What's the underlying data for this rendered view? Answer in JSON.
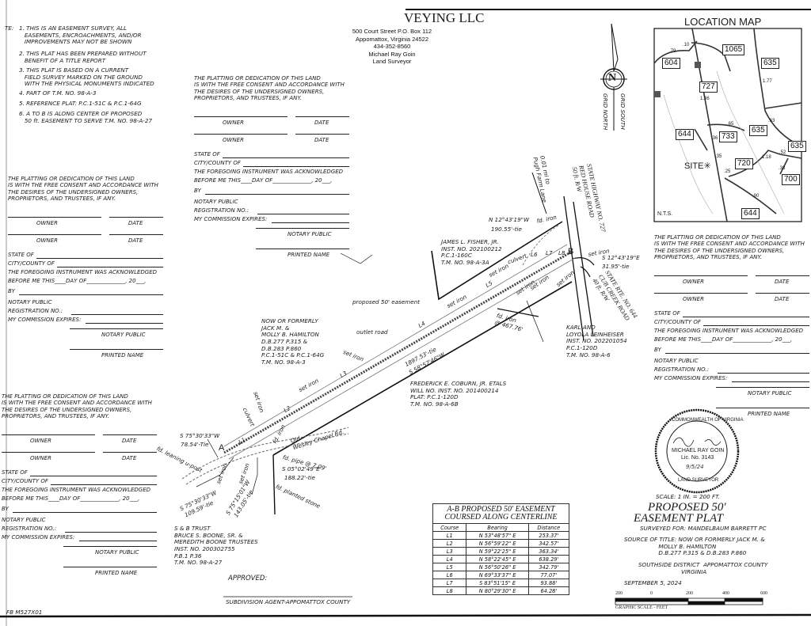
{
  "header": {
    "company_fragment": "VEYING LLC",
    "address_lines": [
      "500 Court Street P.O. Box 112",
      "Appomattox, Virginia 24522",
      "434-352-8560",
      "Michael Ray Goin",
      "Land Surveyor"
    ]
  },
  "notes": {
    "prefix": "TE:",
    "items": [
      "1. THIS IS AN EASEMENT SURVEY, ALL\n   EASEMENTS, ENCROACHMENTS, AND/OR\n   IMPROVEMENTS MAY NOT BE SHOWN",
      "2. THIS PLAT HAS BEEN PREPARED WITHOUT\n   BENEFIT OF A TITLE REPORT",
      "3. THIS PLAT IS BASED ON A CURRENT\n   FIELD SURVEY MARKED ON THE GROUND\n   WITH THE PHYSICAL MONUMENTS INDICATED",
      "4. PART OF T.M. NO. 98-A-3",
      "5. REFERENCE PLAT: P.C.1-51C & P.C.1-64G",
      "6. A TO B IS ALONG CENTER OF PROPOSED\n   50 ft. EASEMENT TO SERVE T.M. NO. 98-A-27"
    ]
  },
  "certificate": {
    "paragraph": "THE PLATTING OR DEDICATION OF THIS LAND\nIS WITH THE FREE CONSENT AND ACCORDANCE WITH\nTHE DESIRES OF THE UNDERSIGNED OWNERS,\nPROPRIETORS, AND TRUSTEES, IF ANY.",
    "owner": "OWNER",
    "date": "DATE",
    "state": "STATE OF",
    "city": "CITY/COUNTY OF",
    "ack": "THE FOREGOING INSTRUMENT WAS ACKNOWLEDGED",
    "before": "BEFORE ME THIS____DAY OF______________, 20___,",
    "by": "BY",
    "notary": "NOTARY PUBLIC",
    "registration": "REGISTRATION NO.:",
    "commission": "MY COMMISSION EXPIRES:",
    "notary_sig": "NOTARY PUBLIC",
    "printed_name": "PRINTED NAME"
  },
  "north_arrow": {
    "letter": "N",
    "grid_north": "GRID NORTH",
    "grid_south": "GRID SOUTH"
  },
  "location_map": {
    "title": "LOCATION MAP",
    "route_labels": [
      "604",
      "1065",
      "635",
      "727",
      "635",
      "644",
      "733",
      "635",
      "720",
      "700",
      "644"
    ],
    "mileages": [
      ".79",
      ".10",
      "1.77",
      "1.36",
      ".65",
      ".63",
      ".36",
      ".52",
      ".35",
      "1.18",
      ".38",
      ".25",
      ".90"
    ],
    "site_label": "SITE",
    "nts": "N.T.S."
  },
  "plat": {
    "tie_b": {
      "bearing": "N 12°43'19\"W",
      "distance": "190.55'-tie",
      "monument": "fd. iron"
    },
    "fisher": "JAMES L. FISHER, JR.\nINST. NO. 202100212\nP.C.1-160C\nT.M. NO. 98-A-3A",
    "culvert": "culvert",
    "course_labels": [
      "L1",
      "L2",
      "L3",
      "L4",
      "L5",
      "L6",
      "L7",
      "L8"
    ],
    "point_a": "A",
    "point_b": "B",
    "set_iron": "set iron",
    "tie_b2": {
      "bearing": "S 12°43'19\"E",
      "distance": "31.95'-tie"
    },
    "proposed_easement": "proposed 50' easement",
    "outlet_road": "outlet road",
    "fd_iron_467": "fd. iron\n@ 467.76'",
    "hamilton": "NOW OR FORMERLY\nJACK M. &\nMOLLY B. HAMILTON\nD.B.277 P.315 &\nD.B.283 P.860\nP.C.1-51C & P.C.1-64G\nT.M. NO. 98-A-3",
    "main_tie": {
      "distance": "1897.53'-tie",
      "bearing": "S 58°57'46\"W"
    },
    "coburn": "FREDERICK E. COBURN, JR. ETALS\nWILL NO. INST. NO. 201400214\nPLAT: P.C.1-120D\nT.M. NO. 98-A-6B",
    "karl": "KARL AND\nLOYOLA LEINHEISER\nINST. NO. 202201054\nP.C.1-120D\nT.M. NO. 98-A-6",
    "pugh": "0.01 mi to\nPugh Farm Lane",
    "hwy727": "STATE HIGHWAY NO. 727\nRED HOUSE ROAD\n50 ft. R/W",
    "rte644": "STATE RTE. NO. 644\nCUB CREEK ROAD\n40 ft. R/W",
    "fd_iron": "fd. iron",
    "tie_a": {
      "bearing": "S 75°30'33\"W",
      "distance": "78.54'-Tie"
    },
    "leaning_post": "fd. leaning u-post",
    "old_road": "Old\nWesley Chapel Rd.",
    "fd_pipe": "fd. pipe @ 7.09'",
    "tie_stone": {
      "bearing": "S 05°02'49\"E",
      "distance": "188.22'-tie"
    },
    "planted_stone": "fd. planted stone",
    "tie_c": {
      "bearing": "S 75°30'33\"W",
      "distance": "109.59'-tie"
    },
    "tie_d": {
      "bearing": "S 75°15'01\"W",
      "distance": "143.05'-tie"
    },
    "sb_trust": "S & B TRUST\nBRUCE S. BOONE, SR. &\nMEREDITH BOONE TRUSTEES\nINST. NO. 200302755\nP.B.1 P.36\nT.M. NO. 98-A-27"
  },
  "approval": {
    "approved": "APPROVED:",
    "agent": "SUBDIVISION AGENT-APPOMATTOX COUNTY"
  },
  "file_ref": "FB M527X01",
  "course_table": {
    "title": [
      "A-B PROPOSED 50' EASEMENT",
      "COURSED ALONG CENTERLINE"
    ],
    "headers": [
      "Course",
      "Bearing",
      "Distance"
    ],
    "rows": [
      [
        "L1",
        "N 53°48'57\" E",
        "253.37'"
      ],
      [
        "L2",
        "N 56°59'22\" E",
        "342.57'"
      ],
      [
        "L3",
        "N 59°22'25\" E",
        "363.34'"
      ],
      [
        "L4",
        "N 58°22'45\" E",
        "638.29'"
      ],
      [
        "L5",
        "N 56°50'26\" E",
        "342.79'"
      ],
      [
        "L6",
        "N 69°33'37\" E",
        "77.07'"
      ],
      [
        "L7",
        "S 83°51'15\" E",
        "93.88'"
      ],
      [
        "L8",
        "N 80°29'30\" E",
        "64.28'"
      ]
    ]
  },
  "seal": {
    "ring_top": "COMMONWEALTH OF VIRGINIA",
    "name": "MICHAEL RAY GOIN",
    "license": "Lic. No. 3143",
    "ring_bottom": "LAND SURVEYOR",
    "date_handwritten": "9/5/24"
  },
  "title_block": {
    "scale": "SCALE: 1 IN. = 200 FT.",
    "title1": "PROPOSED 50'",
    "title2": "EASEMENT PLAT",
    "surveyed_for": "SURVEYED FOR: MANDELBAUM BARRETT PC",
    "source": "SOURCE OF TITLE: NOW OR FORMERLY JACK M. &\n                   MOLLY B. HAMILTON\n                   D.B.277 P.315 & D.B.283 P.860",
    "district": "SOUTHSIDE DISTRICT  APPOMATTOX COUNTY",
    "state": "VIRGINIA",
    "date": "SEPTEMBER 5, 2024"
  },
  "graphic_scale": {
    "ticks": [
      "200",
      "0",
      "200",
      "400",
      "600"
    ],
    "label": "GRAPHIC SCALE - FEET"
  }
}
